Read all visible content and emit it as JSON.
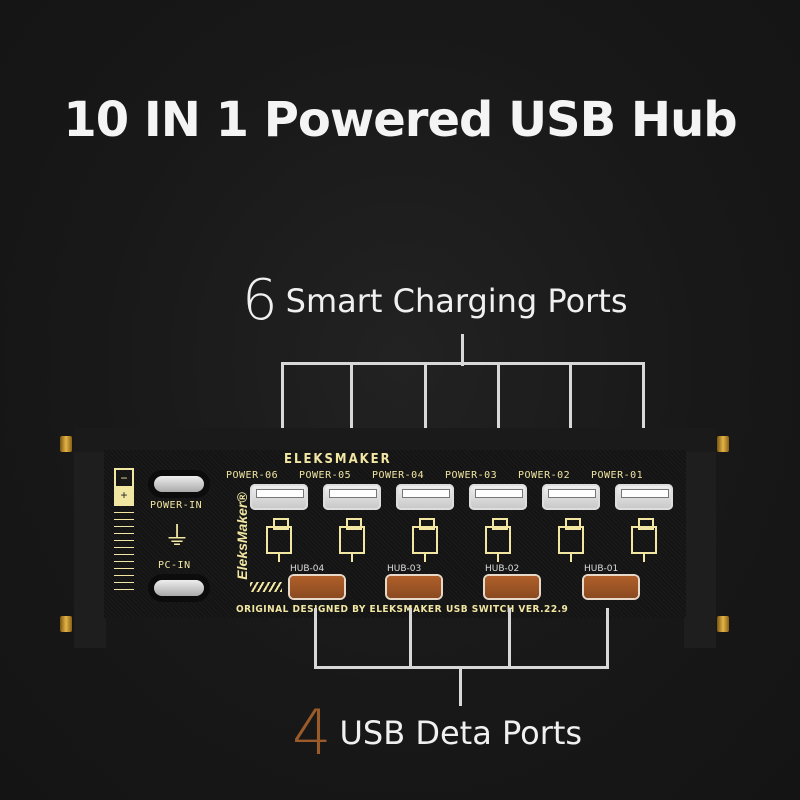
{
  "title": "10 IN 1 Powered USB Hub",
  "charging": {
    "count": "6",
    "label": "Smart Charging Ports"
  },
  "data_ports": {
    "count": "4",
    "label": "USB Deta Ports",
    "count_color": "#9a5a2a"
  },
  "board": {
    "brand_top": "ELEKSMAKER",
    "brand_side": "EleksMaker®",
    "power_in": "POWER-IN",
    "pc_in": "PC-IN",
    "power_ports": [
      "POWER-06",
      "POWER-05",
      "POWER-04",
      "POWER-03",
      "POWER-02",
      "POWER-01"
    ],
    "hub_ports": [
      "HUB-04",
      "HUB-03",
      "HUB-02",
      "HUB-01"
    ],
    "footer_left": "ORIGINAL DESIGNED BY ELEKSMAKER",
    "footer_right": "USB SWITCH VER.22.9",
    "polarity_minus": "−",
    "polarity_plus": "+"
  }
}
